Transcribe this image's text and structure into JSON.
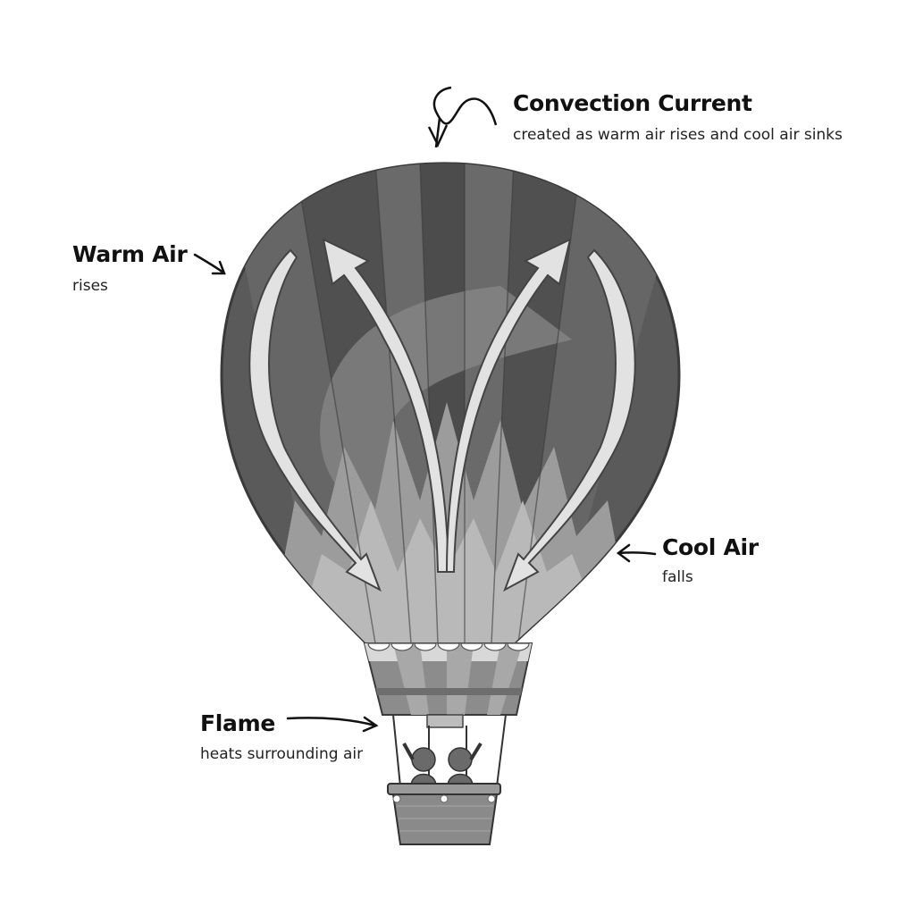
{
  "labels": {
    "convection": {
      "title": "Convection Current",
      "desc": "created as warm air rises and cool air sinks"
    },
    "warm": {
      "title": "Warm Air",
      "desc": "rises"
    },
    "cool": {
      "title": "Cool Air",
      "desc": "falls"
    },
    "flame": {
      "title": "Flame",
      "desc": "heats surrounding air"
    }
  },
  "colors": {
    "envelope_dark": "#4a4a4a",
    "envelope_mid": "#6e6e6e",
    "envelope_light": "#9a9a9a",
    "flame_light": "#c8c8c8",
    "arrow_fill": "#e2e2e2",
    "ink": "#111111"
  },
  "icons": [
    "wavy-arrow-icon",
    "pointer-arrow-icon",
    "hot-air-balloon-illustration",
    "convection-arrow-icon",
    "passenger-icon"
  ]
}
